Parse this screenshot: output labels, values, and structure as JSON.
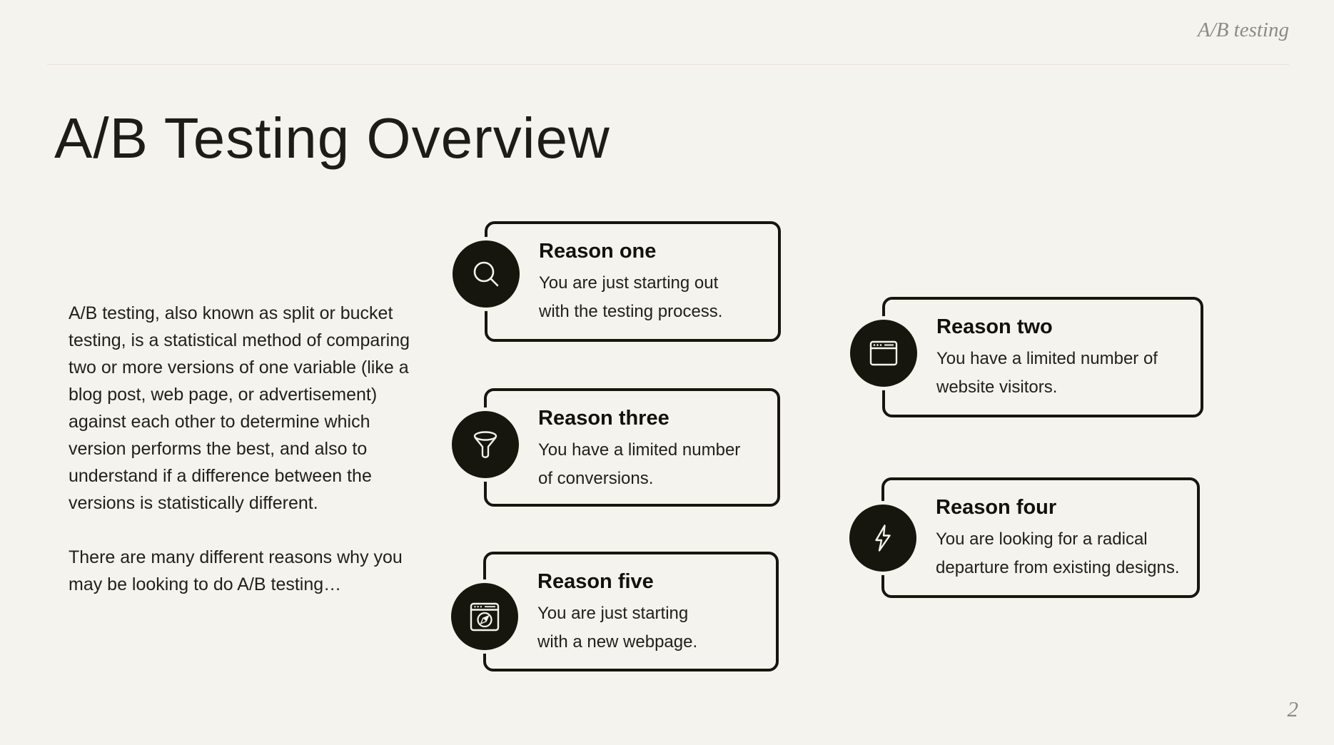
{
  "page": {
    "header_label": "A/B testing",
    "title": "A/B Testing Overview",
    "intro_paragraph_1": "A/B testing, also known as split or bucket testing, is a statistical method of comparing two or more versions of one variable (like a blog post, web page, or advertisement) against each other to determine which version performs the best, and also to understand if a difference between the versions is statistically different.",
    "intro_paragraph_2": "There are many different reasons why you may be looking to do A/B testing…",
    "page_number": "2"
  },
  "colors": {
    "background": "#F5F3ED",
    "ink": "#16160F",
    "muted_gray": "#8B8B85",
    "divider": "#E7E4DF"
  },
  "reasons": [
    {
      "title": "Reason one",
      "line1": "You are just starting out",
      "line2": "with the testing process.",
      "icon": "search-icon"
    },
    {
      "title": "Reason two",
      "line1": "You have a limited number of",
      "line2": "website visitors.",
      "icon": "browser-window-icon"
    },
    {
      "title": "Reason three",
      "line1": "You have a limited number",
      "line2": "of conversions.",
      "icon": "funnel-icon"
    },
    {
      "title": "Reason four",
      "line1": "You are looking for a radical",
      "line2": "departure from existing designs.",
      "icon": "lightning-bolt-icon"
    },
    {
      "title": "Reason five",
      "line1": "You are just starting",
      "line2": "with a new webpage.",
      "icon": "browser-compass-icon"
    }
  ]
}
